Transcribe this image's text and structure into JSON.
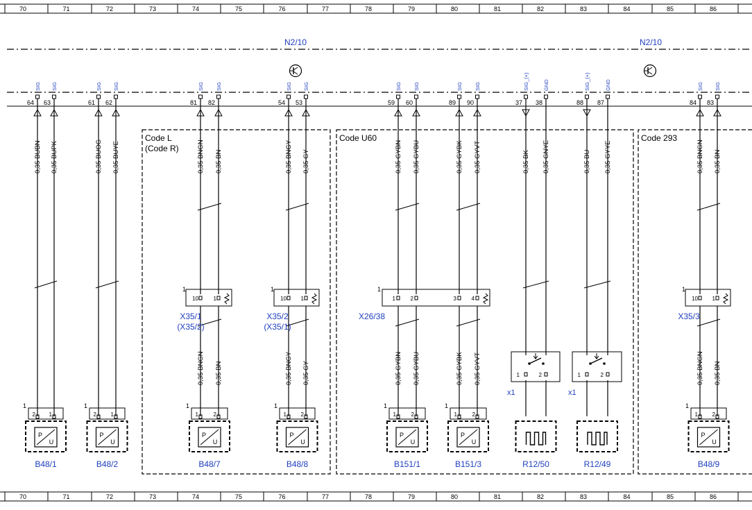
{
  "grid": [
    "70",
    "71",
    "72",
    "73",
    "74",
    "75",
    "76",
    "77",
    "78",
    "79",
    "80",
    "81",
    "82",
    "83",
    "84",
    "85",
    "86"
  ],
  "module_labels": [
    "N2/10",
    "N2/10"
  ],
  "pin_signals": {
    "sig": "SIG",
    "sig_plus": "SIG_(+)",
    "gnd": "GND"
  },
  "pins": [
    "64",
    "63",
    "61",
    "62",
    "81",
    "82",
    "54",
    "53",
    "59",
    "60",
    "89",
    "90",
    "37",
    "38",
    "88",
    "87",
    "84",
    "83"
  ],
  "wires": [
    "0,35 BUBN",
    "0,35 BUPK",
    "0,35 BUOG",
    "0,35 BUYE",
    "0,35 BNGN",
    "0,35 BN",
    "0,35 BNGY",
    "0,35 GY",
    "0,35 GYBN",
    "0,35 GYBU",
    "0,35 GYBK",
    "0,35 GYVT",
    "0,35 BK",
    "0,35 GNYE",
    "0,35 BU",
    "0,35 GYYE",
    "0,35 BNGN",
    "0,35 BN"
  ],
  "lower_wires": [
    "0,35 BNGN",
    "0,35 BN",
    "0,35 BNGY",
    "0,35 GY",
    "0,35 GYBN",
    "0,35 GYBU",
    "0,35 GYBK",
    "0,35 GYVT",
    "0,35 BNGN",
    "0,35 BN"
  ],
  "code_boxes": [
    {
      "line1": "Code L",
      "line2": "(Code R)"
    },
    {
      "line1": "Code U60",
      "line2": ""
    },
    {
      "line1": "Code 293",
      "line2": ""
    }
  ],
  "connectors": [
    {
      "name": "X35/1",
      "alt": "(X35/2)",
      "pins": [
        "10",
        "1"
      ]
    },
    {
      "name": "X35/2",
      "alt": "(X35/1)",
      "pins": [
        "10",
        "1"
      ]
    },
    {
      "name": "X26/38",
      "alt": "",
      "pins": [
        "1",
        "2",
        "3",
        "4"
      ]
    },
    {
      "name": "X35/3",
      "alt": "",
      "pins": [
        "10",
        "1"
      ]
    }
  ],
  "connector_index": "1",
  "components": [
    {
      "name": "B48/1",
      "type": "sensor",
      "pins": [
        "2",
        "1"
      ]
    },
    {
      "name": "B48/2",
      "type": "sensor",
      "pins": [
        "2",
        "1"
      ]
    },
    {
      "name": "B48/7",
      "type": "sensor",
      "pins": [
        "1",
        "2"
      ]
    },
    {
      "name": "B48/8",
      "type": "sensor",
      "pins": [
        "1",
        "2"
      ]
    },
    {
      "name": "B151/1",
      "type": "sensor",
      "pins": [
        "1",
        "2"
      ]
    },
    {
      "name": "B151/3",
      "type": "sensor",
      "pins": [
        "1",
        "2"
      ]
    },
    {
      "name": "R12/50",
      "type": "heater",
      "pins": [
        "1",
        "2"
      ]
    },
    {
      "name": "R12/49",
      "type": "heater",
      "pins": [
        "1",
        "2"
      ]
    },
    {
      "name": "B48/9",
      "type": "sensor",
      "pins": [
        "1",
        "2"
      ]
    }
  ],
  "sensor_symbol": {
    "p": "P",
    "u": "U"
  },
  "switch_label": "x1",
  "icons": [
    "transistor-icon",
    "transistor-icon"
  ]
}
